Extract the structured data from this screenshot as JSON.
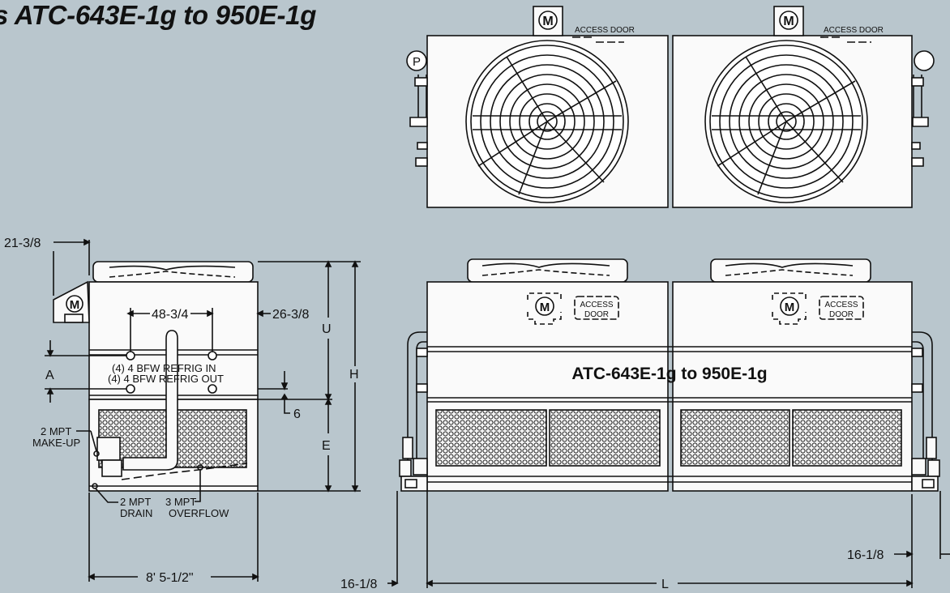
{
  "title": "s ATC-643E-1g to 950E-1g",
  "plan_view": {
    "access_door_left": "ACCESS DOOR",
    "access_door_right": "ACCESS DOOR",
    "motor_symbol": "M",
    "pump_symbol": "P"
  },
  "side_view": {
    "dim_top_offset": "21-3/8",
    "dim_spacing": "48-3/4",
    "dim_side": "26-3/8",
    "label_a": "A",
    "refrig_in": "(4) 4 BFW REFRIG IN",
    "refrig_out": "(4) 4 BFW REFRIG OUT",
    "dim_u": "U",
    "dim_h": "H",
    "dim_e": "E",
    "dim_6": "6",
    "makeup_1": "2 MPT",
    "makeup_2": "MAKE-UP",
    "drain_1": "2 MPT",
    "drain_2": "DRAIN",
    "overflow_1": "3 MPT",
    "overflow_2": "OVERFLOW",
    "width": "8' 5-1/2\""
  },
  "front_view": {
    "access_door_1": "ACCESS",
    "access_door_2": "DOOR",
    "model_label": "ATC-643E-1g to 950E-1g",
    "dim_left": "16-1/8",
    "dim_right": "16-1/8",
    "dim_l": "L"
  }
}
